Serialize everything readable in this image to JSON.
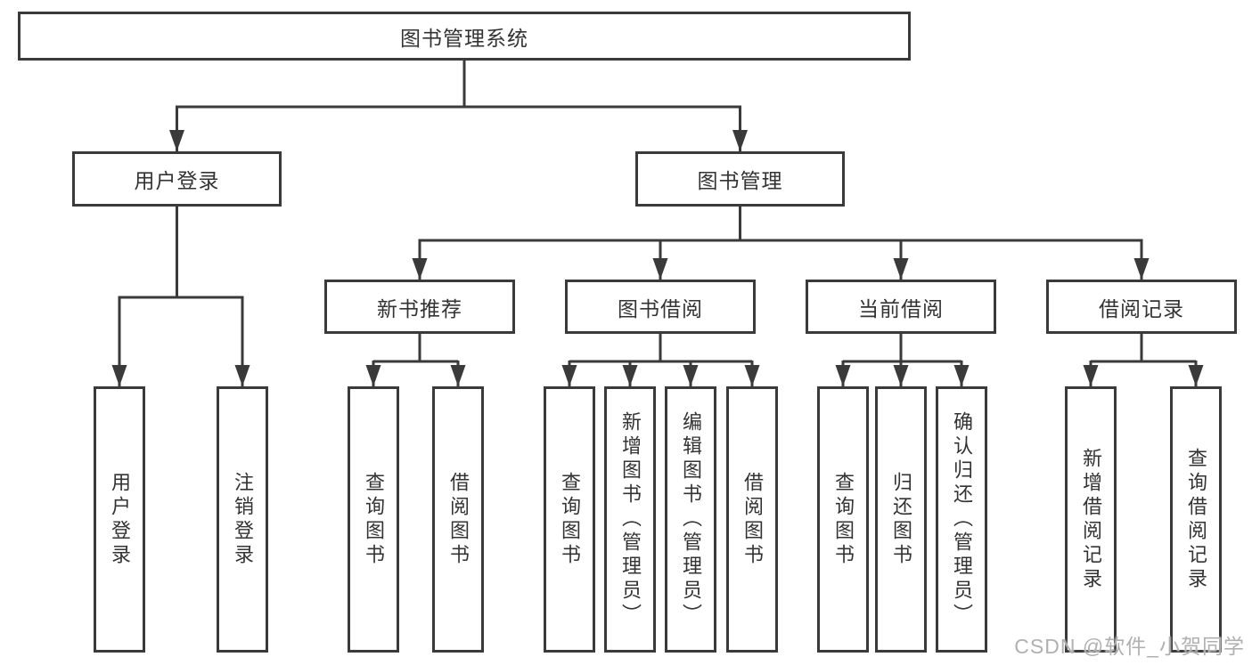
{
  "nodes": {
    "root": "图书管理系统",
    "user_login": "用户登录",
    "book_mgmt": "图书管理",
    "new_books": "新书推荐",
    "book_borrow": "图书借阅",
    "current_borrow": "当前借阅",
    "borrow_records": "借阅记录"
  },
  "leaves": {
    "user_login": [
      "用户登录",
      "注销登录"
    ],
    "new_books": [
      "查询图书",
      "借阅图书"
    ],
    "book_borrow": [
      "查询图书",
      "新增图书（管理员）",
      "编辑图书（管理员）",
      "借阅图书"
    ],
    "current_borrow": [
      "查询图书",
      "归还图书",
      "确认归还（管理员）"
    ],
    "borrow_records": [
      "新增借阅记录",
      "查询借阅记录"
    ]
  },
  "watermark": "CSDN @软件_小贺同学",
  "colors": {
    "line": "#3a3a3a",
    "text": "#333333",
    "background": "#ffffff",
    "watermark": "#b0b0b0"
  }
}
